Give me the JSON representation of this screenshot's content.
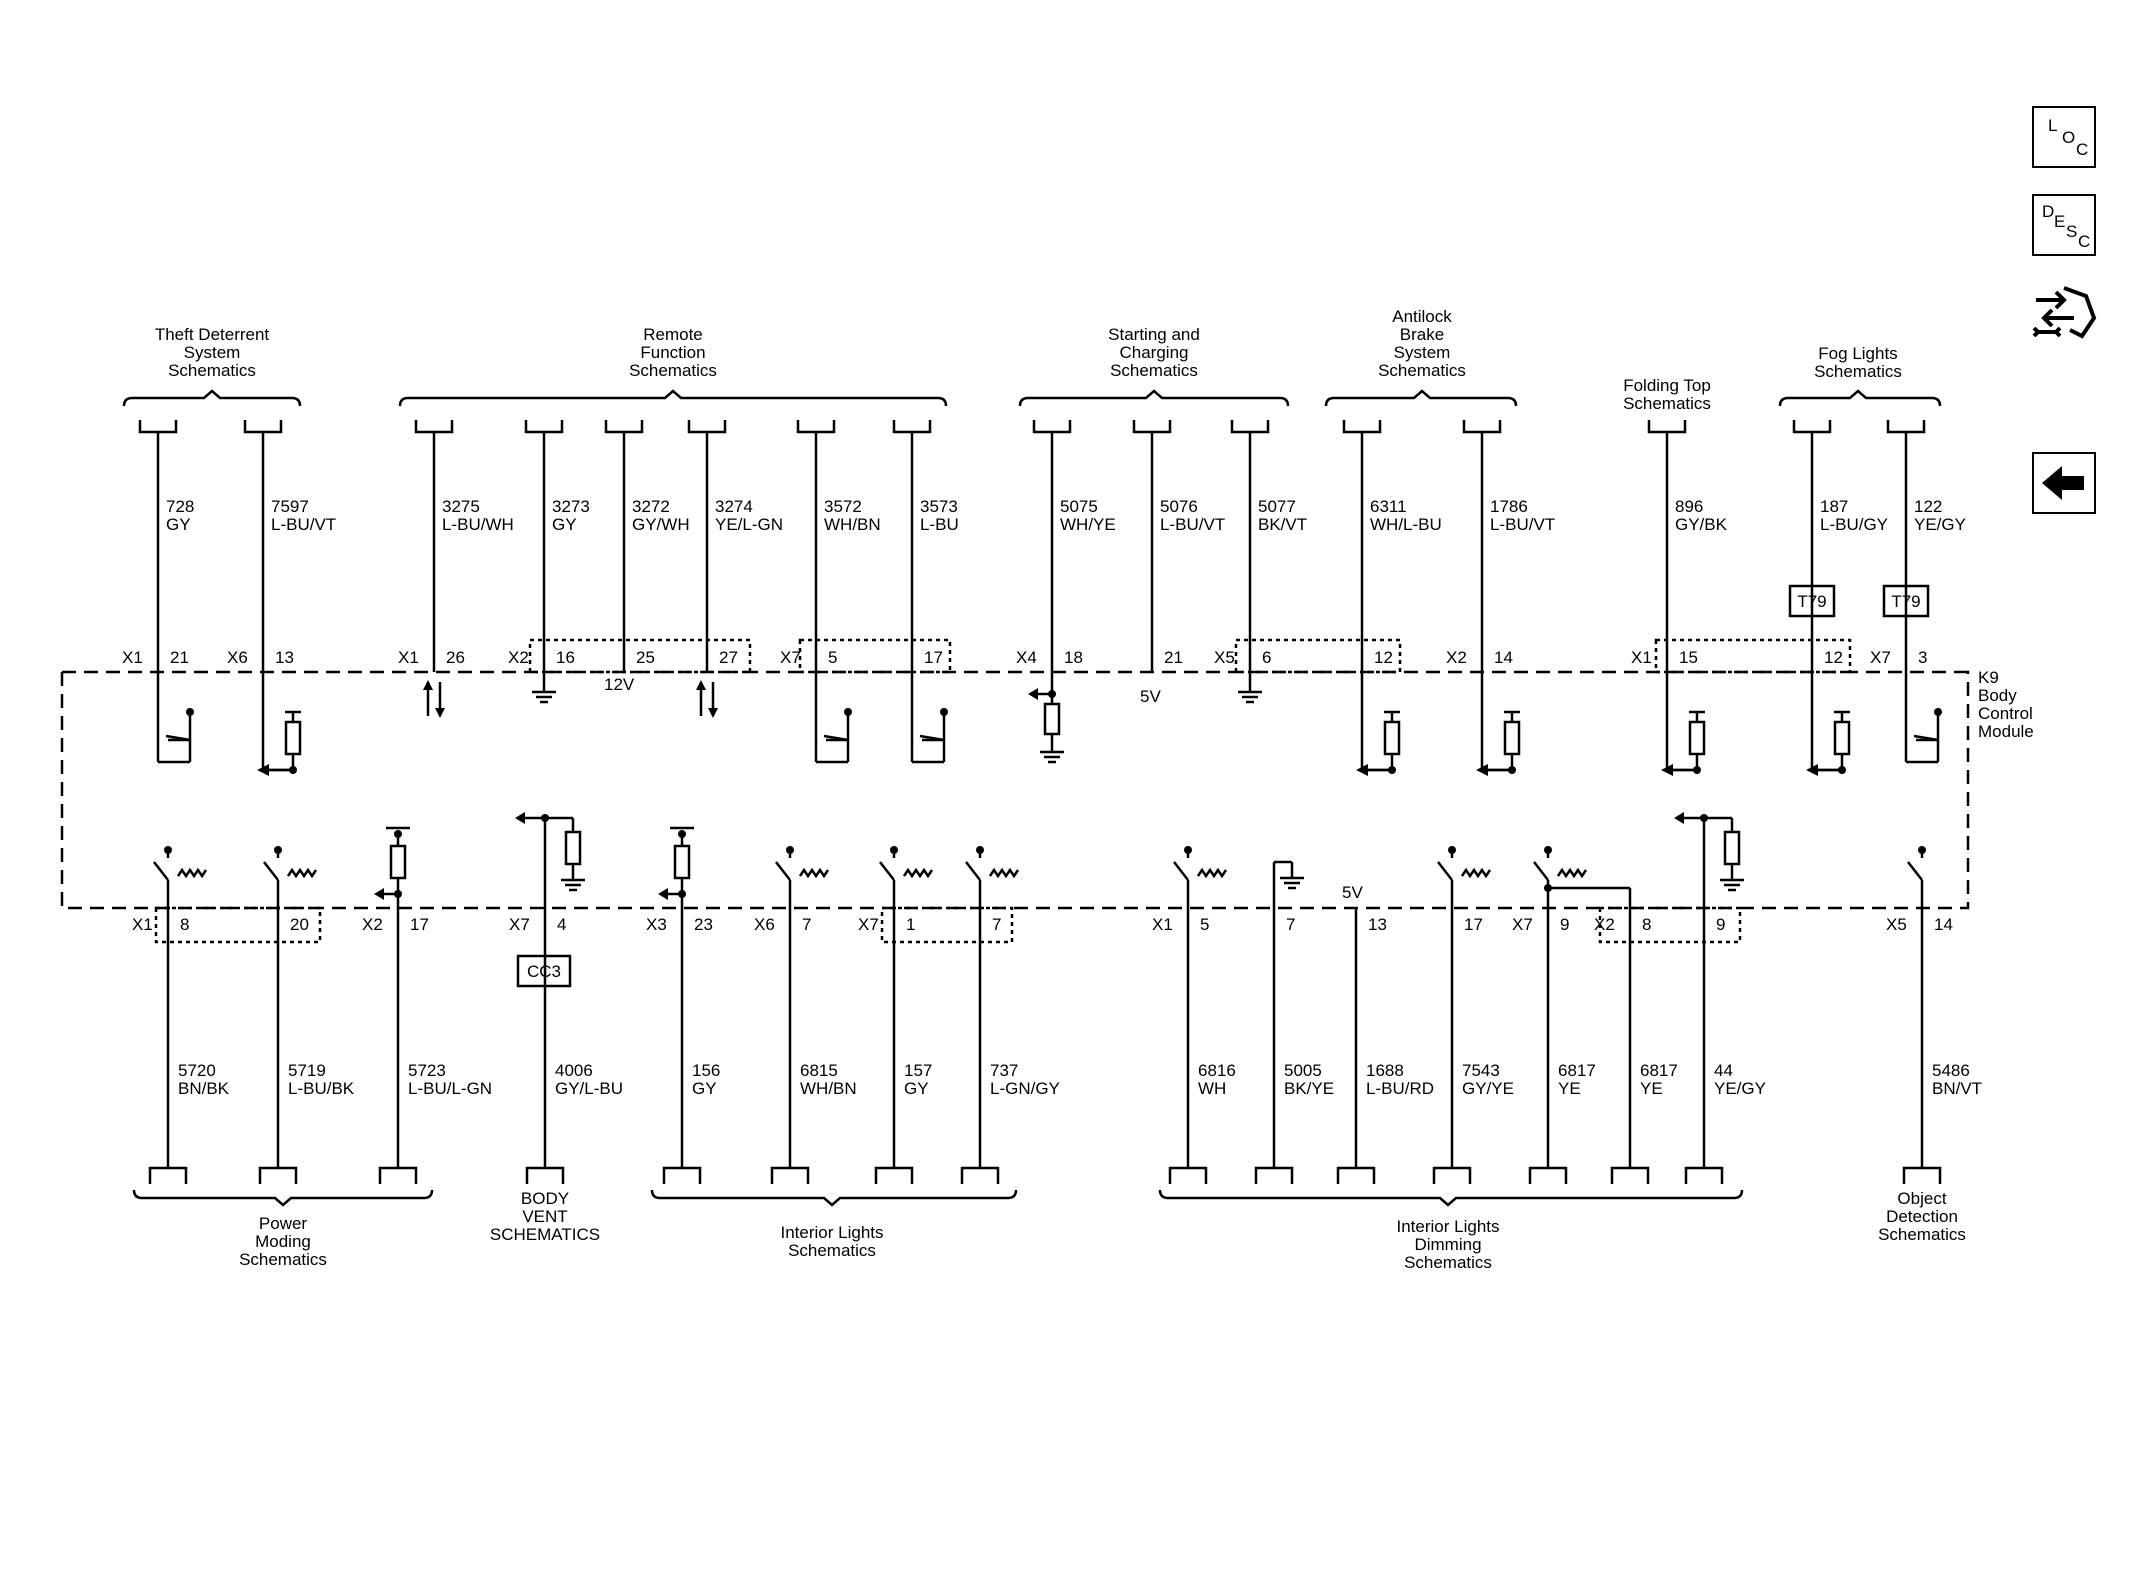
{
  "nav": {
    "loc": [
      "L",
      "O",
      "C"
    ],
    "desc": [
      "D",
      "E",
      "S",
      "C"
    ]
  },
  "module": [
    "K9",
    "Body",
    "Control",
    "Module"
  ],
  "top_groups": [
    [
      "Theft Deterrent",
      "System",
      "Schematics"
    ],
    [
      "Remote",
      "Function",
      "Schematics"
    ],
    [
      "Starting and",
      "Charging",
      "Schematics"
    ],
    [
      "Antilock",
      "Brake",
      "System",
      "Schematics"
    ],
    [
      "Folding Top",
      "Schematics"
    ],
    [
      "Fog Lights",
      "Schematics"
    ]
  ],
  "bottom_groups": [
    [
      "Power",
      "Moding",
      "Schematics"
    ],
    [
      "BODY",
      "VENT",
      "SCHEMATICS"
    ],
    [
      "Interior Lights",
      "Schematics"
    ],
    [
      "Interior Lights",
      "Dimming",
      "Schematics"
    ],
    [
      "Object",
      "Detection",
      "Schematics"
    ]
  ],
  "top_wires": [
    {
      "circuit": "728",
      "color": "GY",
      "conn": "X1",
      "pin": "21"
    },
    {
      "circuit": "7597",
      "color": "L-BU/VT",
      "conn": "X6",
      "pin": "13"
    },
    {
      "circuit": "3275",
      "color": "L-BU/WH",
      "conn": "X1",
      "pin": "26"
    },
    {
      "circuit": "3273",
      "color": "GY",
      "conn": "X2",
      "pin": "16"
    },
    {
      "circuit": "3272",
      "color": "GY/WH",
      "conn": "",
      "pin": "25"
    },
    {
      "circuit": "3274",
      "color": "YE/L-GN",
      "conn": "",
      "pin": "27"
    },
    {
      "circuit": "3572",
      "color": "WH/BN",
      "conn": "X7",
      "pin": "5"
    },
    {
      "circuit": "3573",
      "color": "L-BU",
      "conn": "",
      "pin": "17"
    },
    {
      "circuit": "5075",
      "color": "WH/YE",
      "conn": "X4",
      "pin": "18"
    },
    {
      "circuit": "5076",
      "color": "L-BU/VT",
      "conn": "",
      "pin": "21"
    },
    {
      "circuit": "5077",
      "color": "BK/VT",
      "conn": "X5",
      "pin": "6"
    },
    {
      "circuit": "6311",
      "color": "WH/L-BU",
      "conn": "",
      "pin": "12"
    },
    {
      "circuit": "1786",
      "color": "L-BU/VT",
      "conn": "X2",
      "pin": "14"
    },
    {
      "circuit": "896",
      "color": "GY/BK",
      "conn": "X1",
      "pin": "15"
    },
    {
      "circuit": "187",
      "color": "L-BU/GY",
      "conn": "",
      "pin": "12"
    },
    {
      "circuit": "122",
      "color": "YE/GY",
      "conn": "X7",
      "pin": "3"
    }
  ],
  "bottom_wires": [
    {
      "circuit": "5720",
      "color": "BN/BK",
      "conn": "X1",
      "pin": "8"
    },
    {
      "circuit": "5719",
      "color": "L-BU/BK",
      "conn": "",
      "pin": "20"
    },
    {
      "circuit": "5723",
      "color": "L-BU/L-GN",
      "conn": "X2",
      "pin": "17"
    },
    {
      "circuit": "4006",
      "color": "GY/L-BU",
      "conn": "X7",
      "pin": "4"
    },
    {
      "circuit": "156",
      "color": "GY",
      "conn": "X3",
      "pin": "23"
    },
    {
      "circuit": "6815",
      "color": "WH/BN",
      "conn": "X6",
      "pin": "7"
    },
    {
      "circuit": "157",
      "color": "GY",
      "conn": "X7",
      "pin": "1"
    },
    {
      "circuit": "737",
      "color": "L-GN/GY",
      "conn": "",
      "pin": "7"
    },
    {
      "circuit": "6816",
      "color": "WH",
      "conn": "X1",
      "pin": "5"
    },
    {
      "circuit": "5005",
      "color": "BK/YE",
      "conn": "",
      "pin": "7"
    },
    {
      "circuit": "1688",
      "color": "L-BU/RD",
      "conn": "",
      "pin": "13"
    },
    {
      "circuit": "7543",
      "color": "GY/YE",
      "conn": "",
      "pin": "17"
    },
    {
      "circuit": "6817",
      "color": "YE",
      "conn": "X7",
      "pin": "9"
    },
    {
      "circuit": "6817",
      "color": "YE",
      "conn": "X2",
      "pin": "8"
    },
    {
      "circuit": "44",
      "color": "YE/GY",
      "conn": "",
      "pin": "9"
    },
    {
      "circuit": "5486",
      "color": "BN/VT",
      "conn": "X5",
      "pin": "14"
    }
  ],
  "voltages": {
    "v12": "12V",
    "v5_top": "5V",
    "v5_bottom": "5V"
  },
  "inline_connectors": {
    "t79_a": "T79",
    "t79_b": "T79",
    "cc3": "CC3"
  }
}
